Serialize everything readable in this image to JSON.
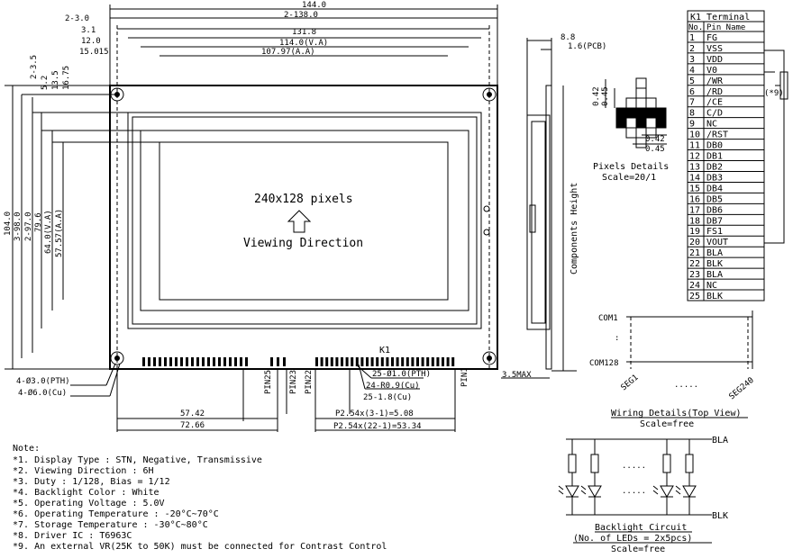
{
  "front": {
    "dims_top": [
      "144.0",
      "2-3.0",
      "2-138.0",
      "3.1",
      "131.8",
      "12.0",
      "114.0(V.A)",
      "15.015",
      "107.97(A.A)"
    ],
    "dims_left": [
      "2-3.5",
      "5.2",
      "13.5",
      "16.75",
      "104.0",
      "3-98.0",
      "2-97.0",
      "79.6",
      "64.0(V.A)",
      "57.57(A.A)"
    ],
    "pixels_label": "240x128 pixels",
    "viewing_label": "Viewing Direction",
    "k1_label": "K1",
    "pin_labels": [
      "PIN25",
      "PIN23",
      "PIN22",
      "PIN1"
    ],
    "hole_labels": [
      "4-Ø3.0(PTH)",
      "4-Ø6.0(Cu)"
    ],
    "pad_labels": [
      "25-Ø1.0(PTH)",
      "24-R0.9(Cu)",
      "25-1.8(Cu)"
    ],
    "dims_bottom": [
      "57.42",
      "72.66",
      "P2.54x(3-1)=5.08",
      "P2.54x(22-1)=53.34"
    ]
  },
  "side": {
    "dims": [
      "8.8",
      "1.6(PCB)",
      "3.5MAX"
    ],
    "height_label": "Components Height"
  },
  "pixel_detail": {
    "dims": [
      "0.42",
      "0.45",
      "0.42",
      "0.45"
    ],
    "title": "Pixels Details",
    "scale": "Scale=20/1"
  },
  "terminal_table": {
    "header": "K1 Terminal",
    "col_no": "No.",
    "col_name": "Pin Name",
    "rows": [
      {
        "no": "1",
        "name": "FG"
      },
      {
        "no": "2",
        "name": "VSS"
      },
      {
        "no": "3",
        "name": "VDD"
      },
      {
        "no": "4",
        "name": "V0"
      },
      {
        "no": "5",
        "name": "/WR"
      },
      {
        "no": "6",
        "name": "/RD"
      },
      {
        "no": "7",
        "name": "/CE"
      },
      {
        "no": "8",
        "name": "C/D"
      },
      {
        "no": "9",
        "name": "NC"
      },
      {
        "no": "10",
        "name": "/RST"
      },
      {
        "no": "11",
        "name": "DB0"
      },
      {
        "no": "12",
        "name": "DB1"
      },
      {
        "no": "13",
        "name": "DB2"
      },
      {
        "no": "14",
        "name": "DB3"
      },
      {
        "no": "15",
        "name": "DB4"
      },
      {
        "no": "16",
        "name": "DB5"
      },
      {
        "no": "17",
        "name": "DB6"
      },
      {
        "no": "18",
        "name": "DB7"
      },
      {
        "no": "19",
        "name": "FS1"
      },
      {
        "no": "20",
        "name": "VOUT"
      },
      {
        "no": "21",
        "name": "BLA"
      },
      {
        "no": "22",
        "name": "BLK"
      },
      {
        "no": "23",
        "name": "BLA"
      },
      {
        "no": "24",
        "name": "NC"
      },
      {
        "no": "25",
        "name": "BLK"
      }
    ],
    "vr_label": "(*9)"
  },
  "wiring": {
    "com_top": "COM1",
    "com_bottom": "COM128",
    "seg_left": "SEG1",
    "seg_dots": ".....",
    "seg_right": "SEG240",
    "title": "Wiring Details(Top View)",
    "scale": "Scale=free"
  },
  "backlight": {
    "bla": "BLA",
    "blk": "BLK",
    "title": "Backlight Circuit",
    "subtitle": "(No. of LEDs = 2x5pcs)",
    "scale": "Scale=free"
  },
  "notes": {
    "title": "Note:",
    "items": [
      "*1. Display Type : STN, Negative, Transmissive",
      "*2. Viewing Direction : 6H",
      "*3. Duty : 1/128, Bias = 1/12",
      "*4. Backlight Color : White",
      "*5. Operating Voltage : 5.0V",
      "*6. Operating Temperature : -20°C~70°C",
      "*7. Storage Temperature : -30°C~80°C",
      "*8. Driver IC : T6963C",
      "*9. An external VR(25K to 50K) must be connected for Contrast Control"
    ]
  }
}
